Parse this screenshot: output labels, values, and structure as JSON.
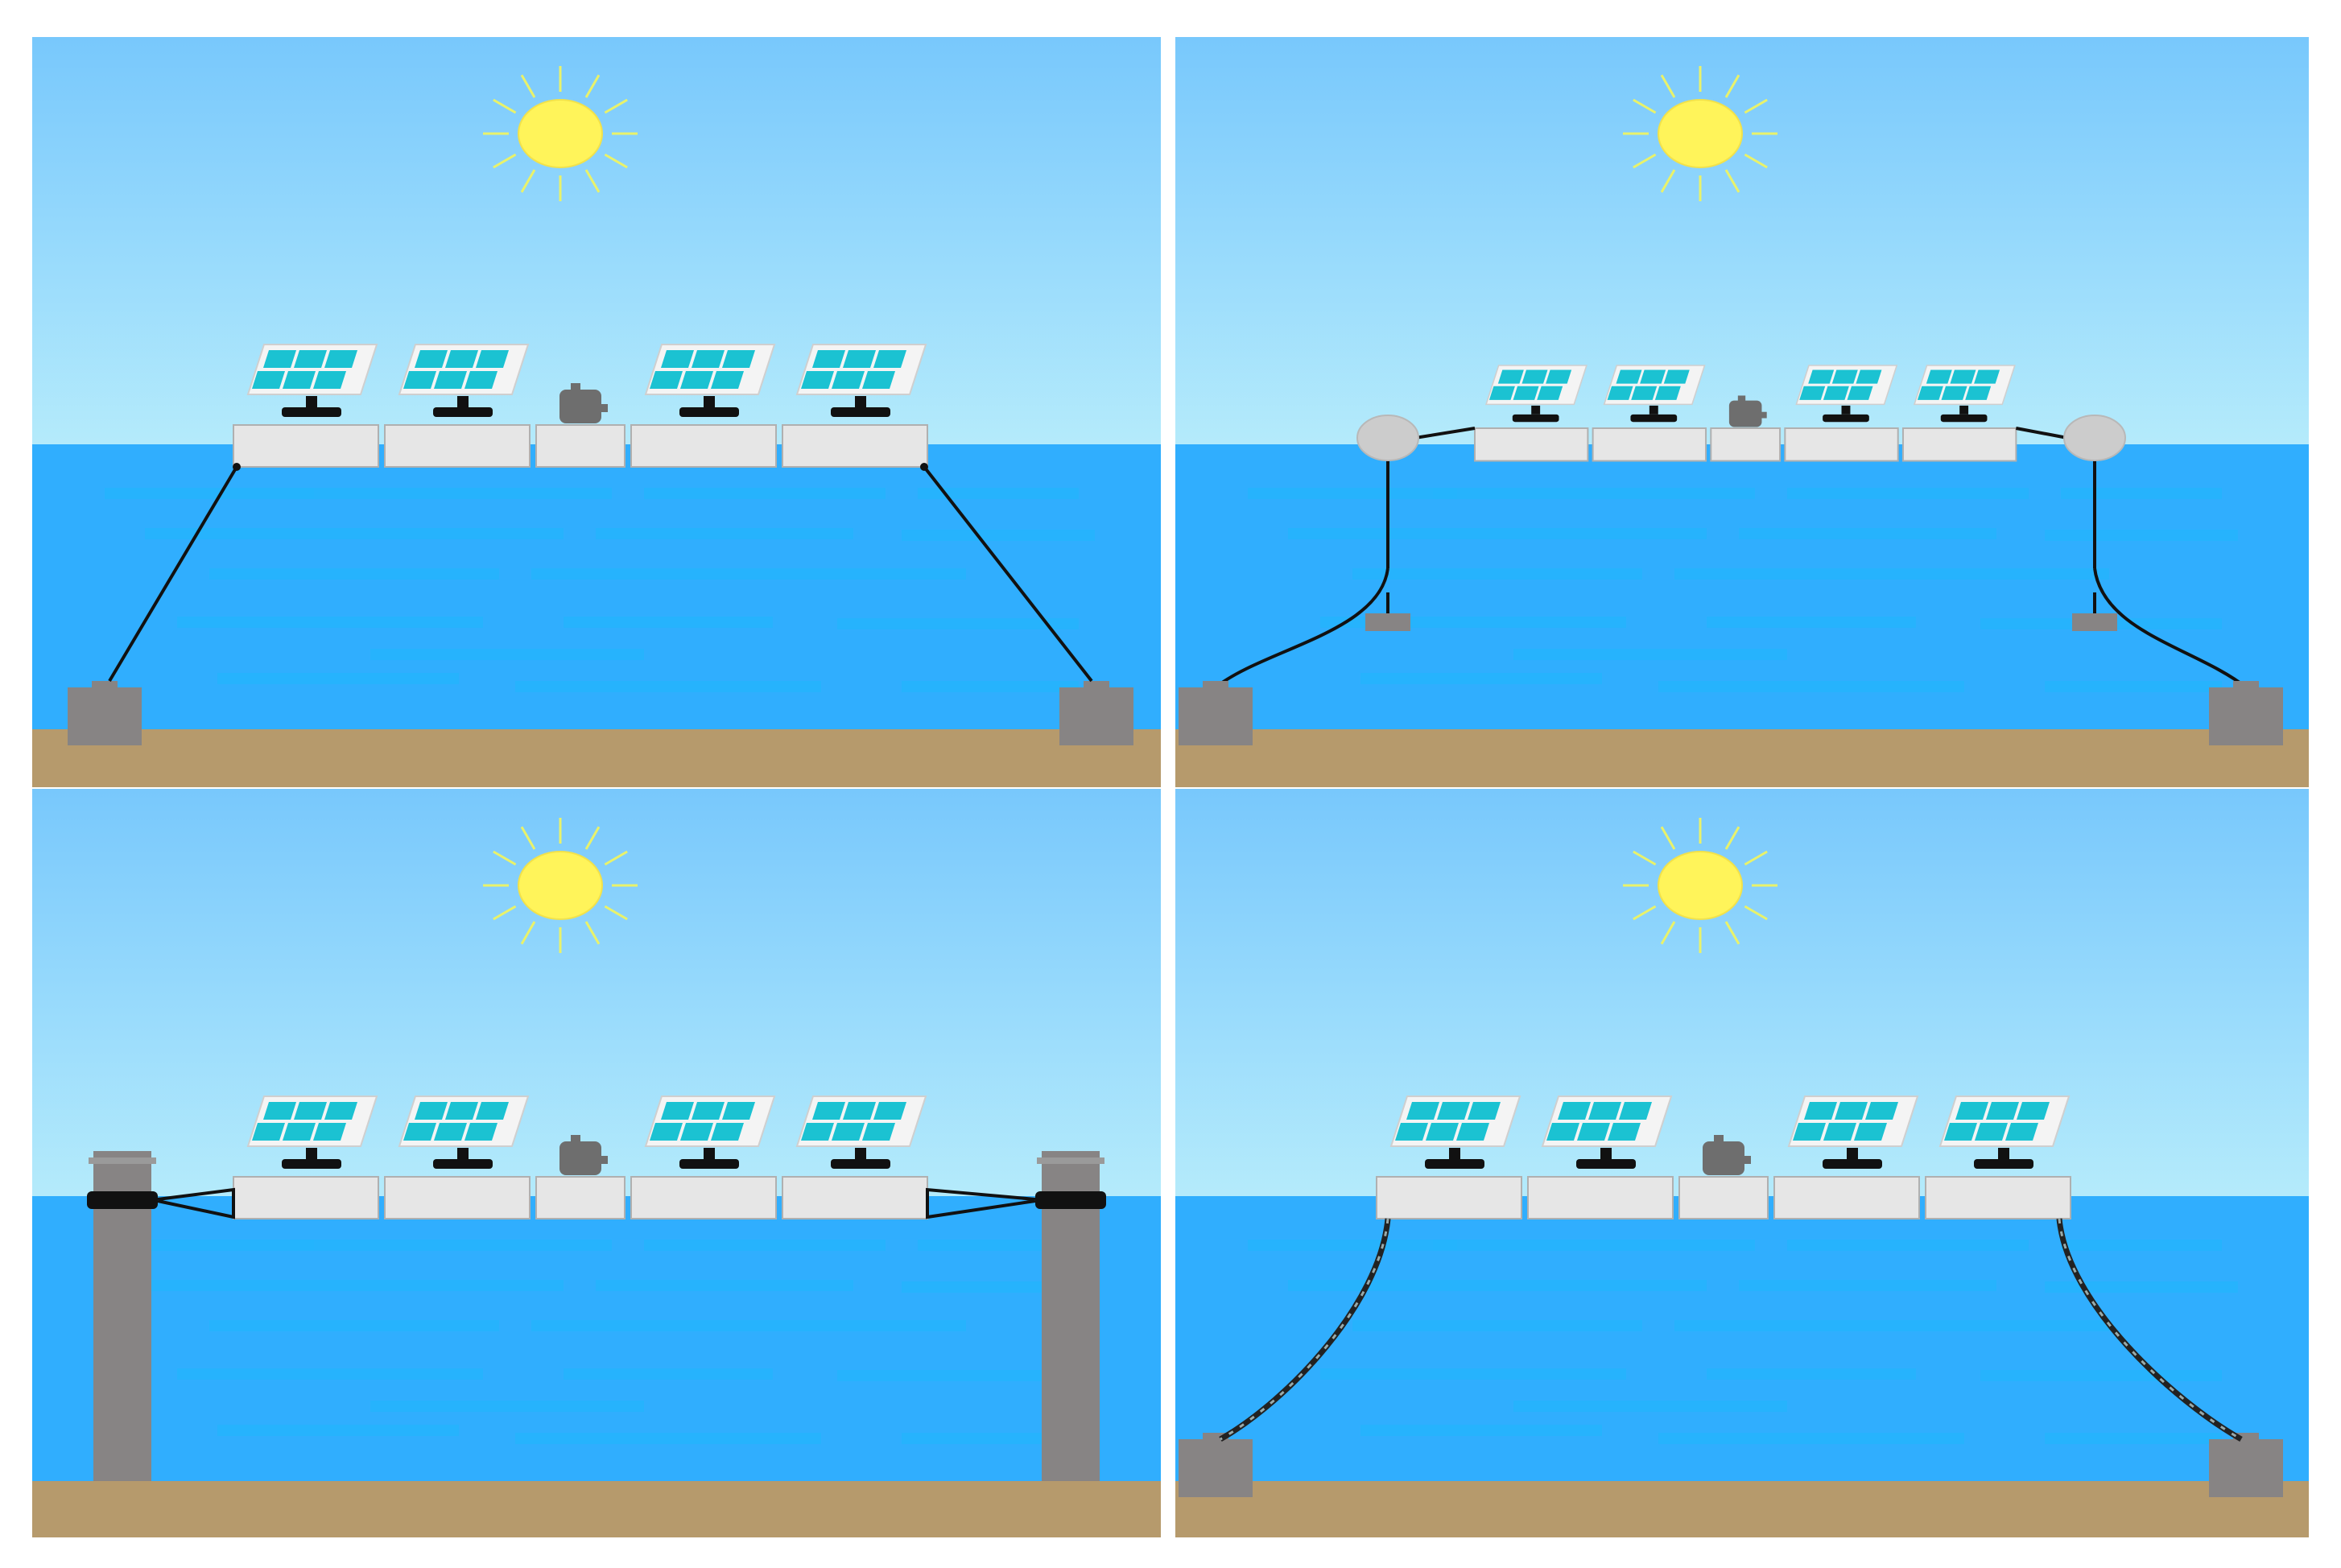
{
  "figure": {
    "panels": [
      {
        "id": "a",
        "mooring": "taut-line-to-anchor-blocks",
        "anchor_count": 2,
        "panel_count": 4,
        "inverter_count": 1
      },
      {
        "id": "b",
        "mooring": "buoy-with-sinker-and-catenary-line",
        "anchor_count": 2,
        "buoy_count": 2,
        "sinker_count": 2,
        "panel_count": 4,
        "inverter_count": 1
      },
      {
        "id": "c",
        "mooring": "pile-with-collar",
        "pile_count": 2,
        "panel_count": 4,
        "inverter_count": 1
      },
      {
        "id": "d",
        "mooring": "catenary-chain-to-anchor-blocks",
        "anchor_count": 2,
        "panel_count": 4,
        "inverter_count": 1
      }
    ]
  },
  "colors": {
    "sky_top": "#78c8fc",
    "sky_bottom": "#c8f6fb",
    "water": "#30aefe",
    "water_streak": "#24b4fc",
    "seabed": "#b69a6c",
    "anchor": "#878484",
    "float": "#e6e6e6",
    "panel_cell": "#1bc2d2",
    "sun": "#fff45a",
    "sun_ray": "#e9f26a",
    "buoy": "#cccccc",
    "line": "#111111"
  },
  "icons": {
    "sun": "sun-icon",
    "solar_panel": "solar-panel-icon",
    "inverter": "inverter-box-icon",
    "anchor": "anchor-block-icon",
    "buoy": "buoy-icon",
    "pile": "pile-icon",
    "chain": "chain-icon"
  }
}
